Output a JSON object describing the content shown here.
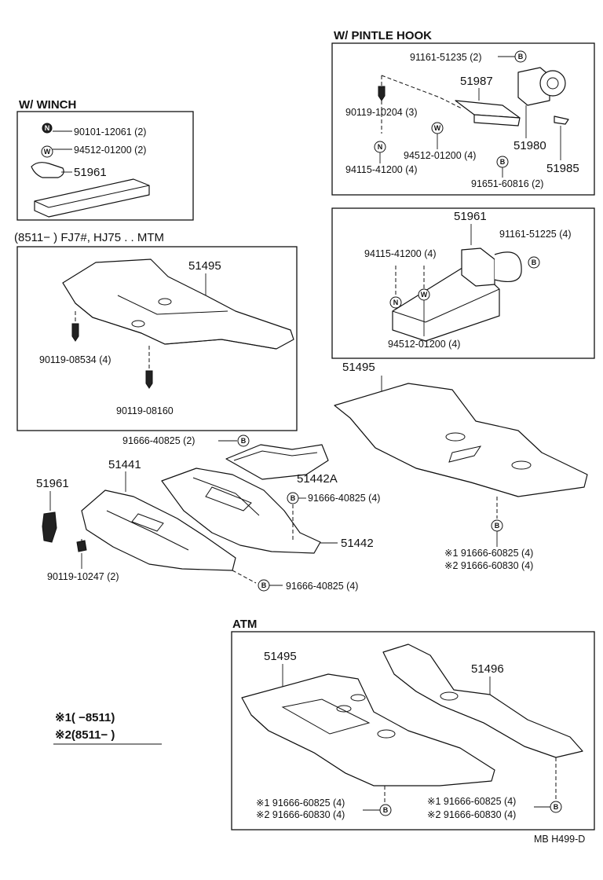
{
  "sections": {
    "winch": "W/ WINCH",
    "pintle": "W/ PINTLE  HOOK",
    "mtm": "(8511−      ) FJ7#, HJ75 . . MTM",
    "atm": "ATM"
  },
  "symbols": {
    "n": "N",
    "w": "W",
    "b": "B"
  },
  "winch": {
    "p1": "90101-12061 (2)",
    "p2": "94512-01200 (2)",
    "p3": "51961"
  },
  "pintle": {
    "p1": "91161-51235 (2)",
    "p2": "51987",
    "p3": "90119-10204 (3)",
    "p4": "94512-01200 (4)",
    "p5": "51980",
    "p6": "94115-41200 (4)",
    "p7": "51985",
    "p8": "91651-60816 (2)"
  },
  "mtm": {
    "p1": "51495",
    "p2": "90119-08534 (4)",
    "p3": "90119-08160"
  },
  "tow": {
    "p1": "51961",
    "p2": "91161-51225 (4)",
    "p3": "94115-41200 (4)",
    "p4": "94512-01200 (4)"
  },
  "main": {
    "p51495": "51495",
    "p1": "91666-40825 (2)",
    "p2": "51442A",
    "p3": "51441",
    "p4": "51961",
    "p5": "91666-40825 (4)",
    "p6": "51442",
    "p7": "90119-10247 (2)",
    "p8": "91666-40825 (4)",
    "r1": "※1 91666-60825 (4)",
    "r2": "※2 91666-60830 (4)"
  },
  "legend": {
    "l1": "※1(      −8511)",
    "l2": "※2(8511−      )"
  },
  "atm": {
    "p1": "51495",
    "p2": "51496",
    "a1": "※1 91666-60825 (4)",
    "a2": "※2 91666-60830 (4)",
    "b1": "※1 91666-60825 (4)",
    "b2": "※2 91666-60830 (4)"
  },
  "footer": "MB   H499-D"
}
